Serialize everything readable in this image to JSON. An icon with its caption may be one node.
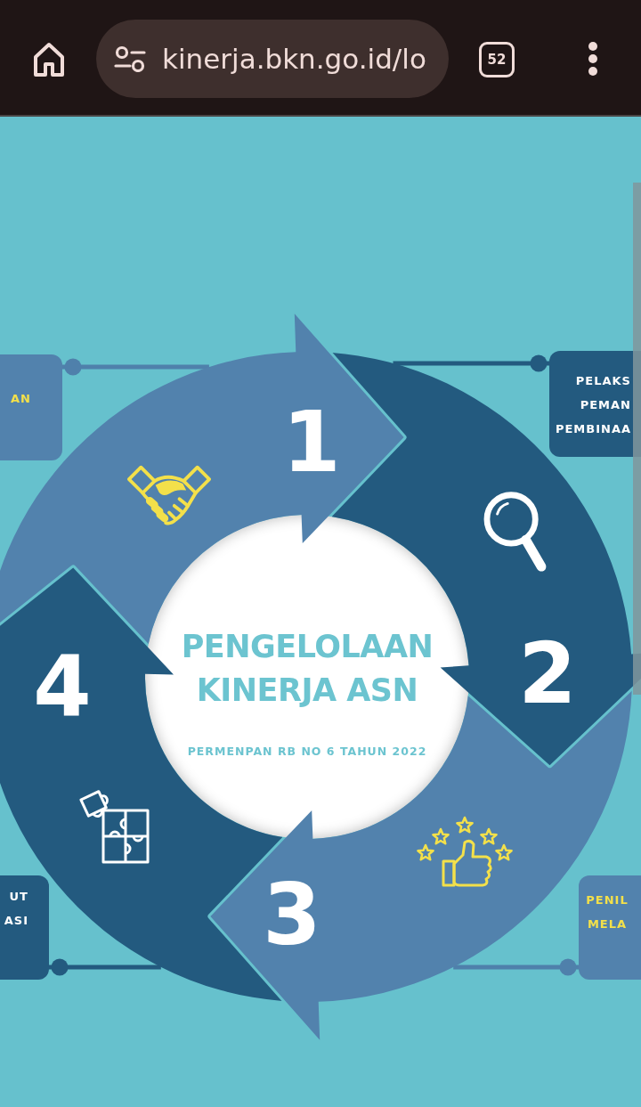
{
  "diagram": {
    "nodes": [
      {
        "text": [
          "AN"
        ]
      },
      {
        "text": [
          "1"
        ]
      },
      {
        "text": [
          "PELAKS PEMAN PEMBINAA"
        ]
      },
      {
        "text": [
          "2"
        ]
      },
      {
        "text": [
          "4"
        ]
      },
      {
        "text": [
          "PENGELOLAAN KINERJA ASN",
          "PERMENPAN RB NO 6 TAHUN 2022"
        ]
      },
      {
        "text": [
          "3"
        ]
      },
      {
        "text": [
          "UT ASI"
        ]
      },
      {
        "text": [
          "PENIL MELA"
        ]
      }
    ],
    "edges": [
      {
        "from": 0,
        "to": 1,
        "arrow": "other",
        "color": "#4f80ab"
      },
      {
        "from": 2,
        "to": 3,
        "arrow": "other",
        "color": "#235a7f"
      },
      {
        "from": 7,
        "to": 4,
        "arrow": "other",
        "color": "#235a7f"
      },
      {
        "from": 8,
        "to": 6,
        "arrow": "other",
        "color": "#4f80ab"
      }
    ],
    "labels": [
      "kinerja.bkn.go.id/lo",
      "52"
    ]
  }
}
